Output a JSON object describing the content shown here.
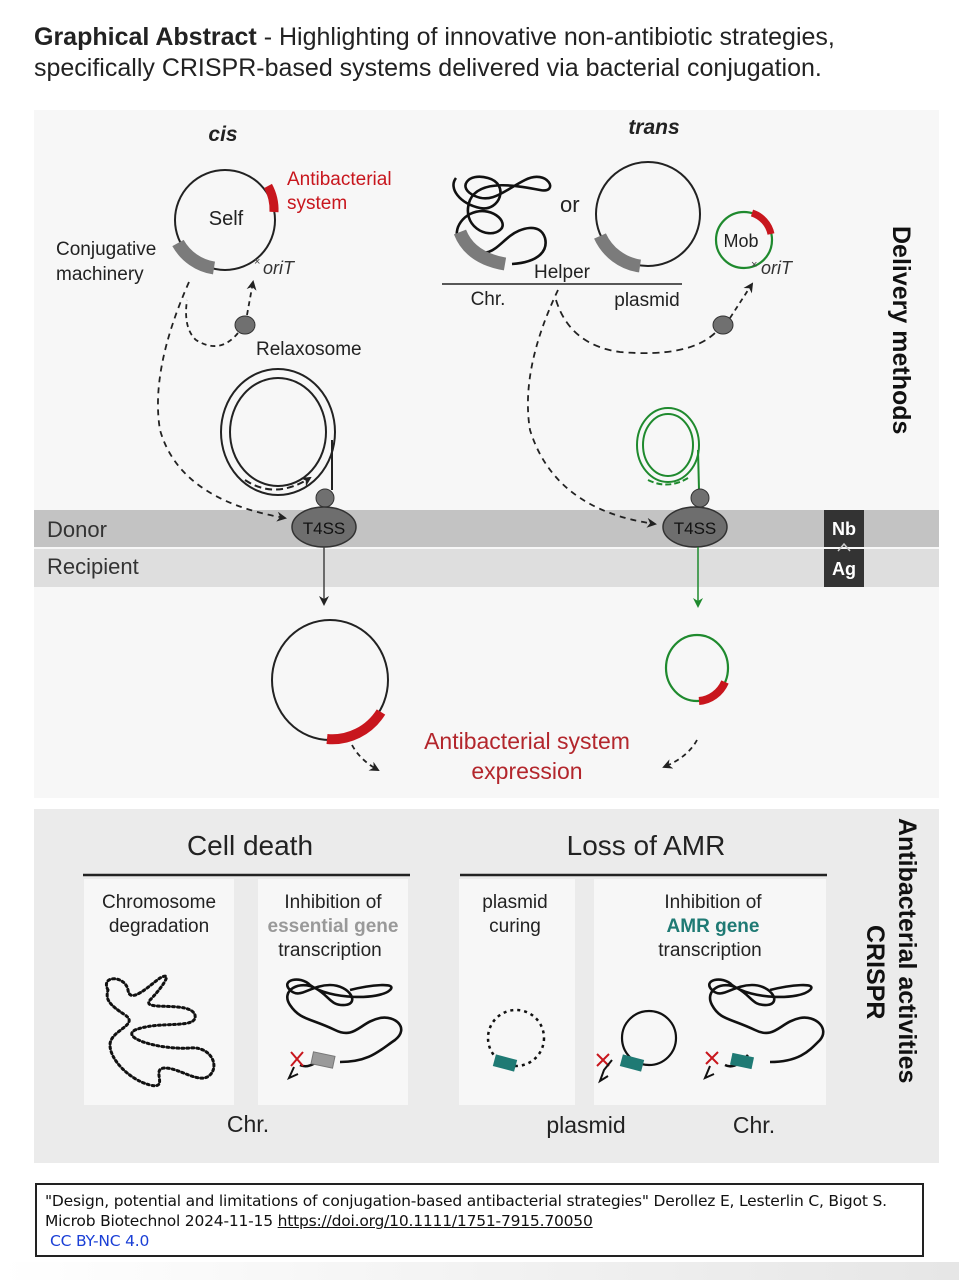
{
  "caption": {
    "bold": "Graphical Abstract",
    "rest": " - Highlighting of innovative non-antibiotic strategies, specifically CRISPR-based systems delivered via bacterial conjugation."
  },
  "colors": {
    "antibacterial_red": "#c8161d",
    "mob_green": "#1f8a2e",
    "amr_teal": "#1f7a74",
    "gray_block": "#7b7b7b",
    "donor_band": "#c3c3c3",
    "recipient_band": "#dedede",
    "link_blue": "#1a3fd6"
  },
  "delivery": {
    "side_label": "Delivery methods",
    "cis": {
      "title": "cis",
      "plasmid_label": "Self",
      "antibacterial_label_1": "Antibacterial",
      "antibacterial_label_2": "system",
      "conjugative_label_1": "Conjugative",
      "conjugative_label_2": "machinery",
      "orit_label": "oriT",
      "relaxosome_label": "Relaxosome"
    },
    "trans": {
      "title": "trans",
      "or_label": "or",
      "helper_label": "Helper",
      "chr_label": "Chr.",
      "plasmid_label": "plasmid",
      "mob_label": "Mob",
      "orit_label": "oriT"
    },
    "membrane": {
      "donor_label": "Donor",
      "recipient_label": "Recipient",
      "t4ss_label": "T4SS",
      "nb_label": "Nb",
      "ag_label": "Ag"
    },
    "expression_label_1": "Antibacterial system",
    "expression_label_2": "expression"
  },
  "activities": {
    "side_label_1": "Antibacterial activities",
    "side_label_2": "CRISPR",
    "cell_death": {
      "title": "Cell death",
      "chromosome_degradation_1": "Chromosome",
      "chromosome_degradation_2": "degradation",
      "inhibition_1": "Inhibition of",
      "inhibition_2": "essential gene",
      "inhibition_3": "transcription",
      "footer": "Chr."
    },
    "loss_amr": {
      "title": "Loss of AMR",
      "curing_1": "plasmid",
      "curing_2": "curing",
      "inhibition_1": "Inhibition of",
      "inhibition_2": "AMR gene",
      "inhibition_3": "transcription",
      "footer_plasmid": "plasmid",
      "footer_chr": "Chr."
    }
  },
  "citation": {
    "text": "\"Design, potential and limitations of conjugation-based antibacterial strategies\" Derollez E, Lesterlin C, Bigot S. Microb Biotechnol 2024-11-15 ",
    "doi": "https://doi.org/10.1111/1751-7915.70050",
    "license": "CC BY-NC 4.0"
  }
}
